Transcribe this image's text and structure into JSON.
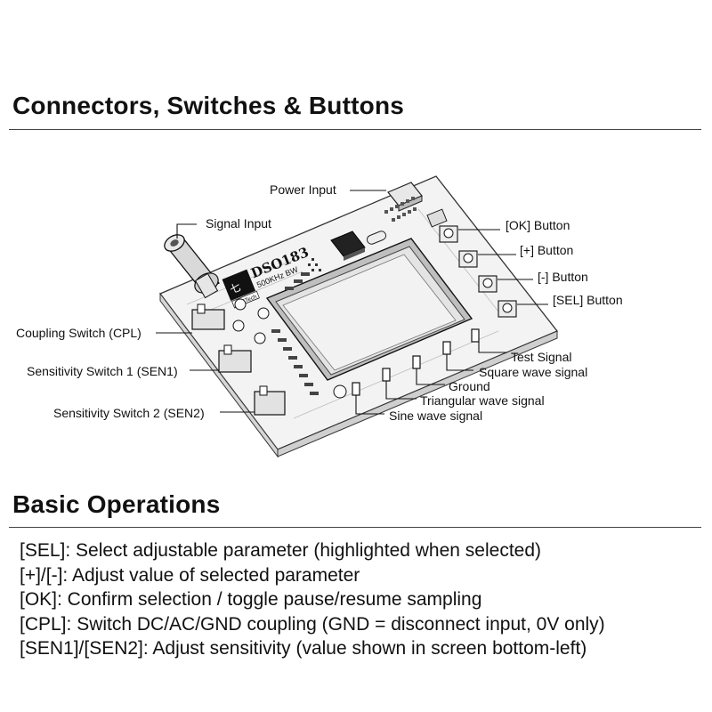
{
  "sections": {
    "connectors_title": "Connectors, Switches & Buttons",
    "operations_title": "Basic Operations"
  },
  "board": {
    "model": "DSO183",
    "bandwidth": "500KHz BW",
    "brand_text": "JYETech"
  },
  "callouts": {
    "power_input": "Power Input",
    "signal_input": "Signal Input",
    "ok_button": "[OK] Button",
    "plus_button": "[+] Button",
    "minus_button": "[-] Button",
    "sel_button": "[SEL] Button",
    "coupling_switch": "Coupling Switch (CPL)",
    "sensitivity_switch_1": "Sensitivity Switch 1 (SEN1)",
    "sensitivity_switch_2": "Sensitivity Switch 2 (SEN2)",
    "test_signal": "Test Signal",
    "square_wave": "Square wave signal",
    "ground": "Ground",
    "triangular_wave": "Triangular wave signal",
    "sine_wave": "Sine wave signal"
  },
  "operations": [
    "[SEL]: Select adjustable parameter (highlighted when selected)",
    "[+]/[-]: Adjust value of selected parameter",
    "[OK]: Confirm selection / toggle pause/resume sampling",
    "[CPL]: Switch DC/AC/GND coupling (GND = disconnect input, 0V only)",
    "[SEN1]/[SEN2]: Adjust sensitivity (value shown in screen bottom-left)"
  ]
}
